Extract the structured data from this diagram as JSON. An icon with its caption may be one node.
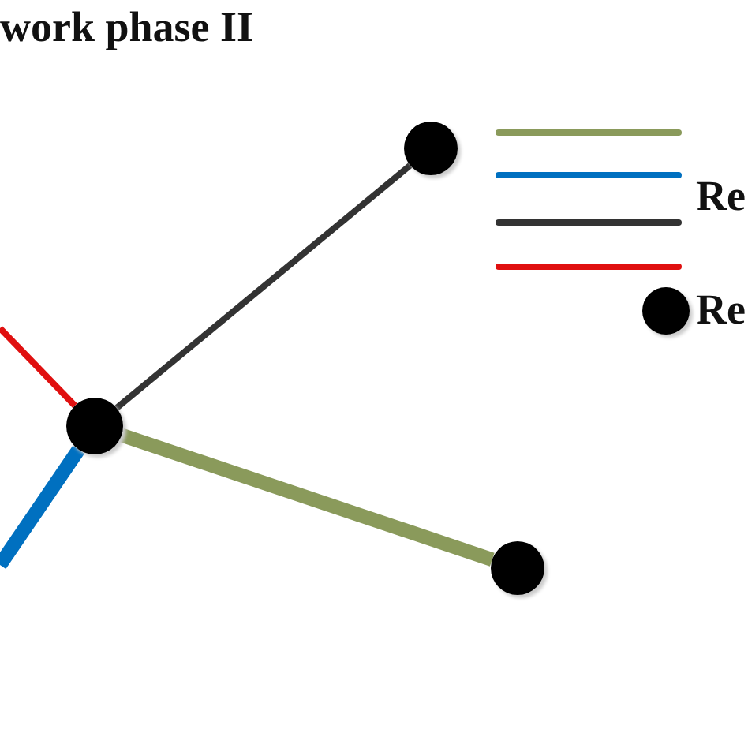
{
  "diagram": {
    "title": "work phase II",
    "nodes": [
      {
        "text": [],
        "shape": "circle"
      },
      {
        "text": [],
        "shape": "circle"
      },
      {
        "text": [],
        "shape": "circle"
      }
    ],
    "edges": [
      {
        "from": 0,
        "to": 1,
        "arrow": "none",
        "color": "#333333"
      },
      {
        "from": 0,
        "to": 2,
        "arrow": "none",
        "style": "thick",
        "color": "#8a9a5b"
      },
      {
        "from": null,
        "to": 0,
        "arrow": "none",
        "color": "#e01010"
      },
      {
        "from": null,
        "to": 0,
        "arrow": "none",
        "style": "thick",
        "color": "#0070c0"
      }
    ],
    "legend": [
      {
        "text": "Re"
      },
      {
        "text": "Re"
      }
    ]
  }
}
